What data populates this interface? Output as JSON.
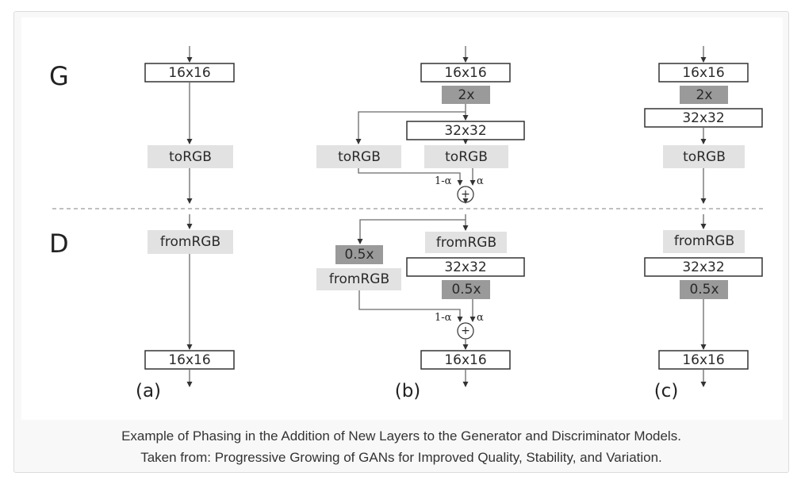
{
  "diagram": {
    "row_labels": {
      "generator": "G",
      "discriminator": "D"
    },
    "panel_labels": {
      "a": "(a)",
      "b": "(b)",
      "c": "(c)"
    },
    "blocks": {
      "res16": "16x16",
      "res32": "32x32",
      "upsample": "2x",
      "downsample": "0.5x",
      "to_rgb": "toRGB",
      "from_rgb": "fromRGB"
    },
    "weights": {
      "one_minus_alpha": "1-α",
      "alpha": "α"
    },
    "sum_symbol": "+"
  },
  "caption": {
    "line1": "Example of Phasing in the Addition of New Layers to the Generator and Discriminator Models.",
    "line2": "Taken from: Progressive Growing of GANs for Improved Quality, Stability, and Variation."
  }
}
